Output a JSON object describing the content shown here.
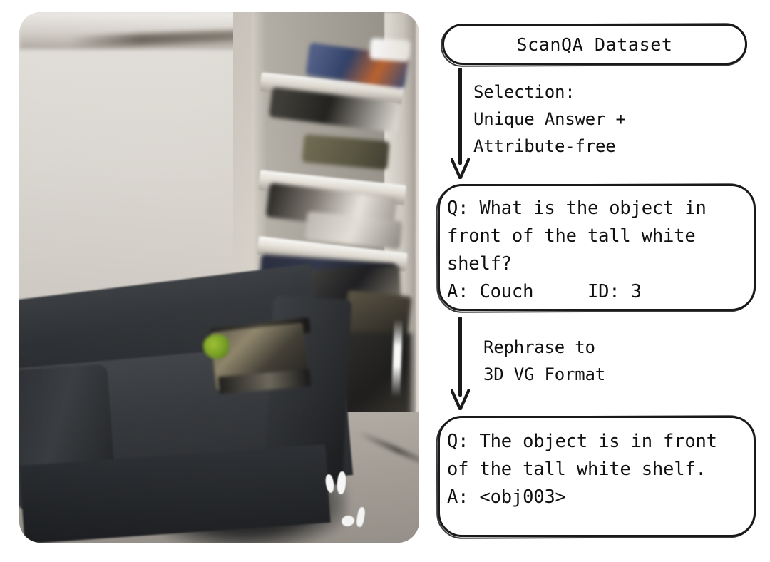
{
  "scene": {
    "name": "3d-scene-reconstruction",
    "description": "Blurry 3D reconstructed indoor scene: a dark gray couch in front of a tall white shelf",
    "objects": [
      "couch",
      "tall white shelf",
      "box on couch",
      "floor",
      "wall"
    ],
    "palette": {
      "wall": "#e3dfd9",
      "shelf": "#e8e4dc",
      "couch": "#2d3034",
      "floor": "#a8a29a"
    }
  },
  "flow": {
    "title": "ScanQA Dataset",
    "steps": [
      {
        "label": "Selection:\nUnique Answer +\nAttribute-free",
        "arrow": "down-arrow-icon"
      },
      {
        "label": "Rephrase to\n3D VG Format",
        "arrow": "down-arrow-icon"
      }
    ],
    "qa_boxes": [
      {
        "name": "scanqa-sample",
        "lines": [
          "Q: What is the object in",
          "front of the tall white",
          "shelf?",
          "A: Couch     ID: 3"
        ],
        "question": "What is the object in front of the tall white shelf?",
        "answer": "Couch",
        "object_id": "3"
      },
      {
        "name": "3dvg-sample",
        "lines": [
          "Q: The object is in front",
          "of the tall white shelf.",
          "A: <obj003>"
        ],
        "question": "The object is in front of the tall white shelf.",
        "answer": "<obj003>"
      }
    ]
  },
  "colors": {
    "ink": "#1a1a1a",
    "paper": "#ffffff"
  }
}
